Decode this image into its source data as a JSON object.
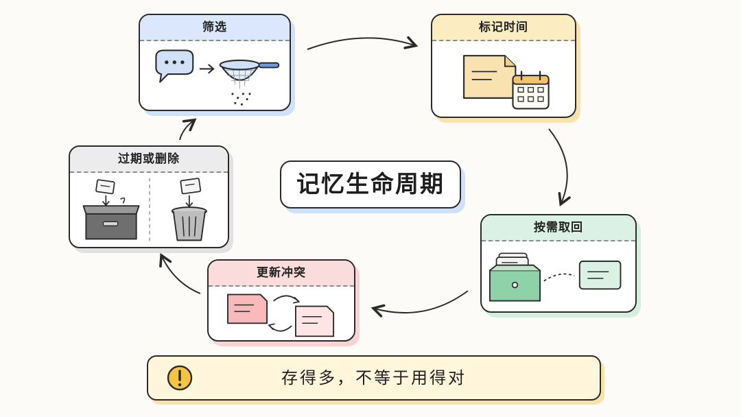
{
  "diagram": {
    "title": "记忆生命周期",
    "banner_text": "存得多，不等于用得对",
    "steps": {
      "filter": {
        "label": "筛选",
        "icons": [
          "speech-bubble-icon",
          "arrow-right-icon",
          "sieve-icon"
        ]
      },
      "timestamp": {
        "label": "标记时间",
        "icons": [
          "document-icon",
          "calendar-icon"
        ]
      },
      "retrieve": {
        "label": "按需取回",
        "icons": [
          "file-drawer-icon",
          "card-icon"
        ]
      },
      "conflict": {
        "label": "更新冲突",
        "icons": [
          "old-note-icon",
          "swap-arrows-icon",
          "new-note-icon"
        ]
      },
      "expire": {
        "label": "过期或删除",
        "icons": [
          "archive-box-icon",
          "trash-can-icon"
        ]
      }
    },
    "colors": {
      "filter": "#dbe8fb",
      "timestamp": "#fbecc2",
      "retrieve": "#dbf1e3",
      "conflict": "#fbdcdc",
      "expire": "#ececec",
      "banner": "#fff6dc",
      "warning_icon": "#f5c542"
    }
  }
}
